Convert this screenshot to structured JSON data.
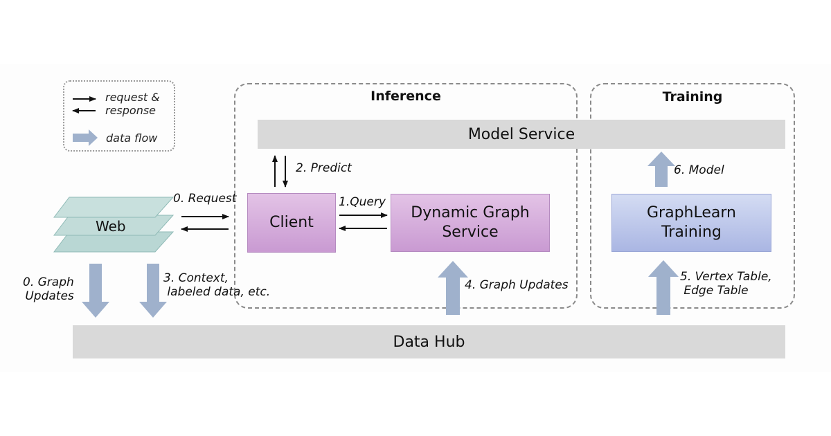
{
  "legend": {
    "request_response": "request &\nresponse",
    "data_flow": "data flow"
  },
  "regions": {
    "inference_title": "Inference",
    "training_title": "Training"
  },
  "bars": {
    "model_service": "Model Service",
    "data_hub": "Data Hub"
  },
  "nodes": {
    "web": "Web",
    "client": "Client",
    "dynamic_graph_service": "Dynamic Graph\nService",
    "graphlearn_training": "GraphLearn\nTraining"
  },
  "edges": {
    "request": "0. Request",
    "query": "1.Query",
    "predict": "2. Predict",
    "context": "3. Context,\n labeled data, etc.",
    "graph_updates_web": "0. Graph\nUpdates",
    "graph_updates": "4. Graph Updates",
    "vertex_edge_table": "5. Vertex Table,\n Edge Table",
    "model": "6. Model"
  },
  "colors": {
    "arrow_fill": "#9fb1cc",
    "gray_bar": "#d9d9d9",
    "purple_box": "#d7b1dc",
    "blue_box": "#bcc6ec",
    "web_layer": "#b9d7d4"
  }
}
